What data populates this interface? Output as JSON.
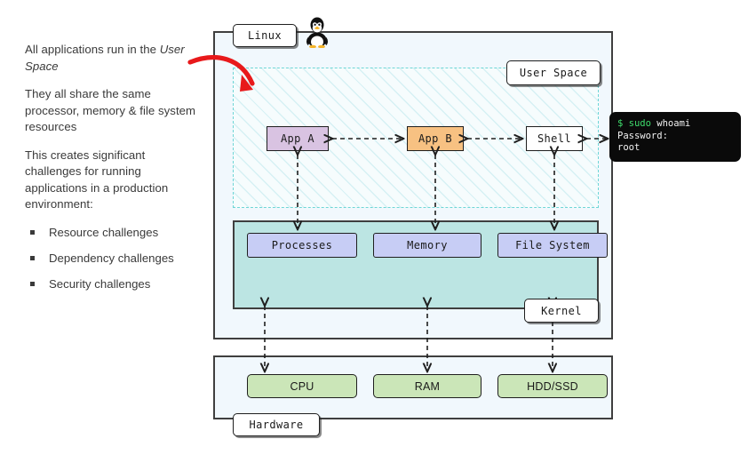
{
  "notes": {
    "paragraphs": [
      {
        "id": "p1",
        "pre": "All applications run in the ",
        "emphasis": "User Space",
        "post": ""
      },
      {
        "id": "p2",
        "pre": "They all share the same processor, memory & file system resources",
        "emphasis": "",
        "post": ""
      },
      {
        "id": "p3",
        "pre": "This creates significant challenges for running applications in a production environment:",
        "emphasis": "",
        "post": ""
      }
    ],
    "bullets": [
      "Resource challenges",
      "Dependency challenges",
      "Security challenges"
    ]
  },
  "diagram": {
    "tags": {
      "linux": "Linux",
      "user_space": "User Space",
      "kernel": "Kernel",
      "hardware": "Hardware"
    },
    "user_space_nodes": [
      {
        "key": "app_a",
        "label": "App A",
        "color": "#d9c3e2"
      },
      {
        "key": "app_b",
        "label": "App B",
        "color": "#f7c182"
      },
      {
        "key": "shell",
        "label": "Shell",
        "color": "#ffffff"
      }
    ],
    "kernel_nodes": [
      {
        "key": "processes",
        "label": "Processes",
        "color": "#c7cdf5"
      },
      {
        "key": "memory",
        "label": "Memory",
        "color": "#c7cdf5"
      },
      {
        "key": "file_system",
        "label": "File System",
        "color": "#c7cdf5"
      }
    ],
    "hardware_nodes": [
      {
        "key": "cpu",
        "label": "CPU",
        "color": "#cbe6b8"
      },
      {
        "key": "ram",
        "label": "RAM",
        "color": "#cbe6b8"
      },
      {
        "key": "hdd",
        "label": "HDD/SSD",
        "color": "#cbe6b8"
      }
    ],
    "icons": {
      "tux": "tux-penguin-icon",
      "annotation_arrow": "red-curved-arrow-icon"
    },
    "colors": {
      "outer_fill": "#f1f8fd",
      "kernel_fill": "#bce5e3",
      "user_space_hatch": "#8cd6de",
      "user_space_border": "#6fd6d6",
      "stroke": "#3f3f3f",
      "annotation_red": "#e8191b"
    }
  },
  "terminal": {
    "lines": [
      {
        "prompt": "$",
        "kw": "sudo",
        "arg": "whoami"
      },
      {
        "prompt": "",
        "kw": "",
        "arg": "Password:"
      },
      {
        "prompt": "",
        "kw": "",
        "arg": "root"
      }
    ],
    "prompt_color": "#3fdd6d",
    "text_color": "#f2f2f2",
    "background": "#0a0a0a"
  }
}
